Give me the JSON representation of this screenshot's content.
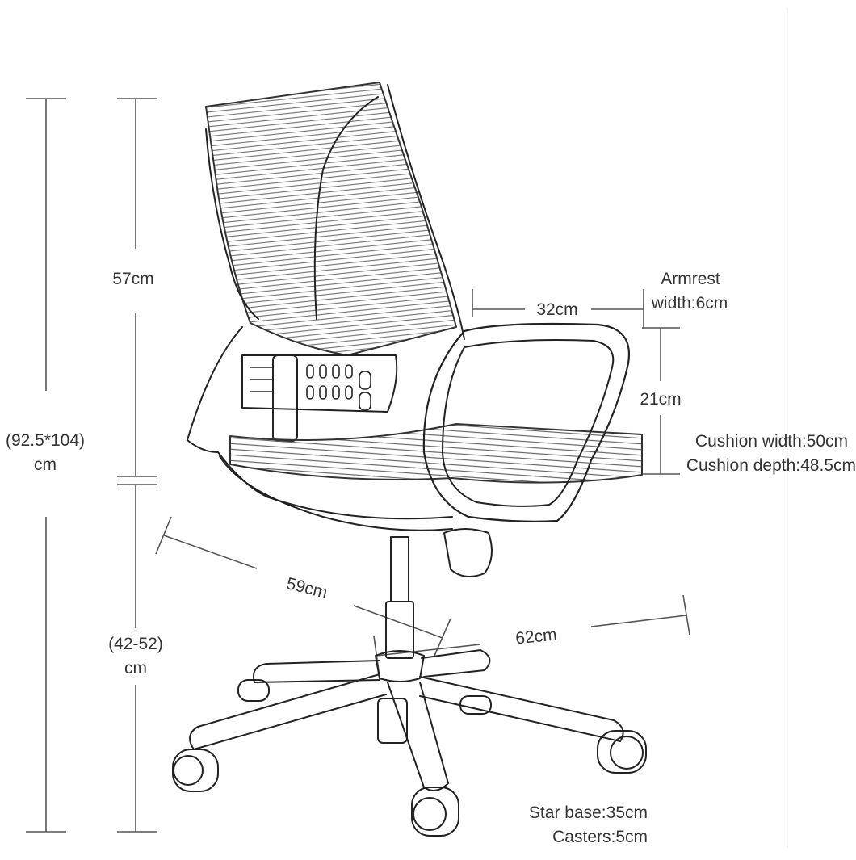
{
  "labels": {
    "back_height": "57cm",
    "total_height_value": "(92.5*104)",
    "total_height_unit": "cm",
    "seat_height_value": "(42-52)",
    "seat_height_unit": "cm",
    "armrest_title": "Armrest",
    "armrest_width": "width:6cm",
    "armrest_span": "32cm",
    "armrest_height": "21cm",
    "cushion_width": "Cushion width:50cm",
    "cushion_depth": "Cushion depth:48.5cm",
    "depth": "59cm",
    "width": "62cm",
    "star_base": "Star base:35cm",
    "casters": "Casters:5cm"
  },
  "colors": {
    "line": "#222222",
    "dimension": "#555555",
    "mesh": "#8a8a8a",
    "seat_fill": "#7a7a7a"
  }
}
